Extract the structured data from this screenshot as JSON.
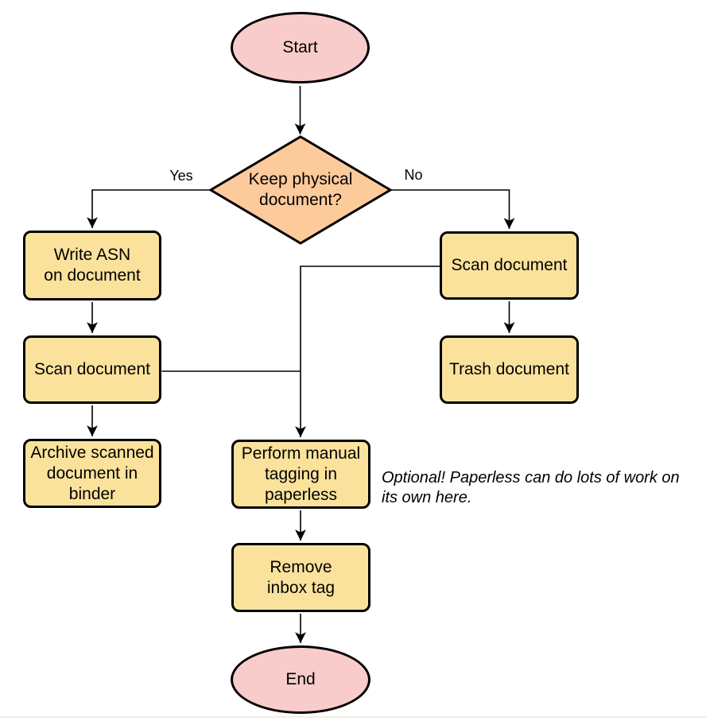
{
  "diagram": {
    "type": "flowchart",
    "nodes": {
      "start": "Start",
      "decision": "Keep physical\ndocument?",
      "write_asn": "Write ASN\non document",
      "scan_left": "Scan document",
      "archive": "Archive scanned\ndocument in\nbinder",
      "scan_right": "Scan document",
      "trash": "Trash document",
      "tagging": "Perform manual\ntagging in\npaperless",
      "remove_inbox_tag": "Remove\ninbox tag",
      "end": "End"
    },
    "edge_labels": {
      "yes": "Yes",
      "no": "No"
    },
    "edges": [
      {
        "from": "start",
        "to": "decision",
        "label": ""
      },
      {
        "from": "decision",
        "to": "write_asn",
        "label": "Yes"
      },
      {
        "from": "decision",
        "to": "scan_right",
        "label": "No"
      },
      {
        "from": "write_asn",
        "to": "scan_left",
        "label": ""
      },
      {
        "from": "scan_left",
        "to": "archive",
        "label": ""
      },
      {
        "from": "scan_left",
        "to": "tagging",
        "label": ""
      },
      {
        "from": "scan_right",
        "to": "trash",
        "label": ""
      },
      {
        "from": "scan_right",
        "to": "tagging",
        "label": ""
      },
      {
        "from": "tagging",
        "to": "remove_inbox_tag",
        "label": ""
      },
      {
        "from": "remove_inbox_tag",
        "to": "end",
        "label": ""
      }
    ],
    "annotation": "Optional! Paperless can do lots of work on\nits own here.",
    "colors": {
      "terminal_fill": "#F8CCCB",
      "decision_fill": "#FDCA9B",
      "process_fill": "#FBE29C",
      "stroke": "#000000"
    }
  }
}
